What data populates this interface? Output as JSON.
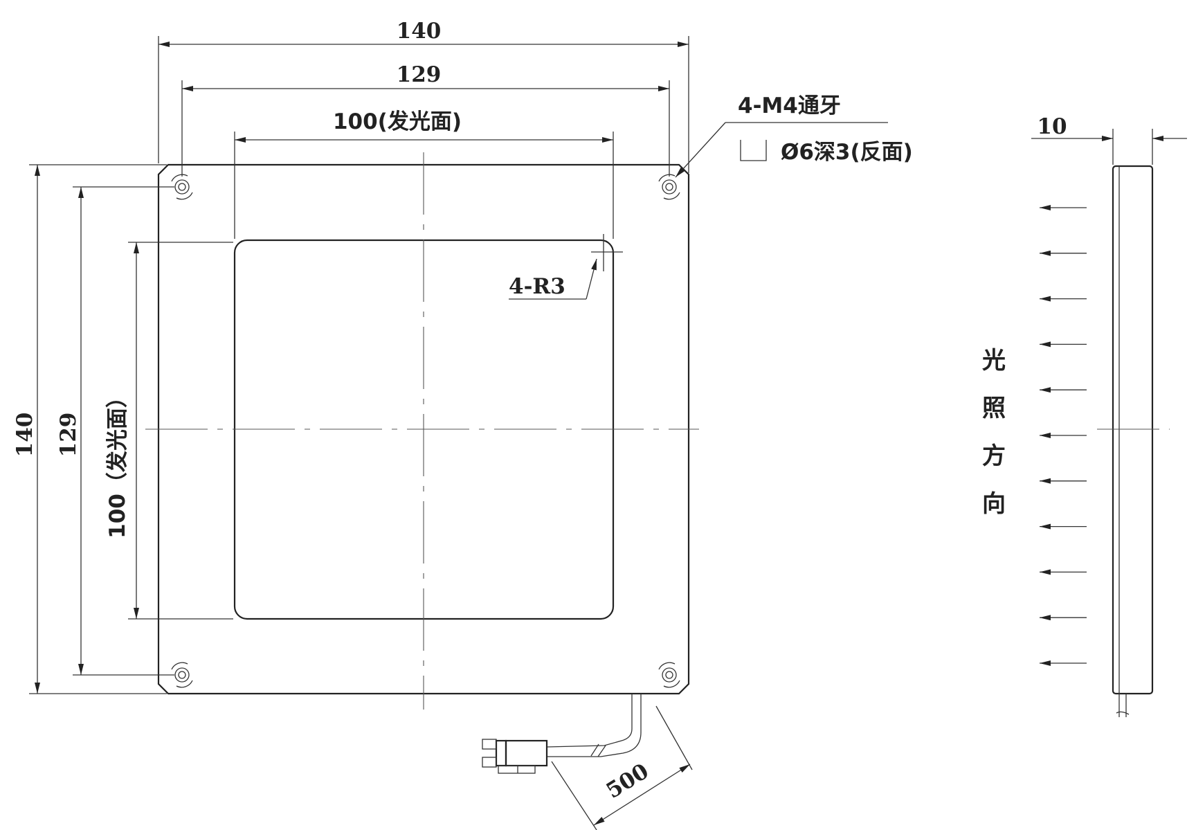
{
  "front_view": {
    "width_outer": "140",
    "width_holes": "129",
    "width_emitting": "100(发光面)",
    "height_outer": "140",
    "height_holes": "129",
    "height_emitting": "100（发光面）",
    "corner_radius": "4-R3",
    "thread_note": "4-M4通牙",
    "counterbore_note": "Ø6深3(反面)",
    "cable_length": "500"
  },
  "side_view": {
    "thickness": "10",
    "light_direction_chars": [
      "光",
      "照",
      "方",
      "向"
    ],
    "light_arrow_count": 11
  },
  "colors": {
    "line": "#222222",
    "background": "#ffffff"
  }
}
